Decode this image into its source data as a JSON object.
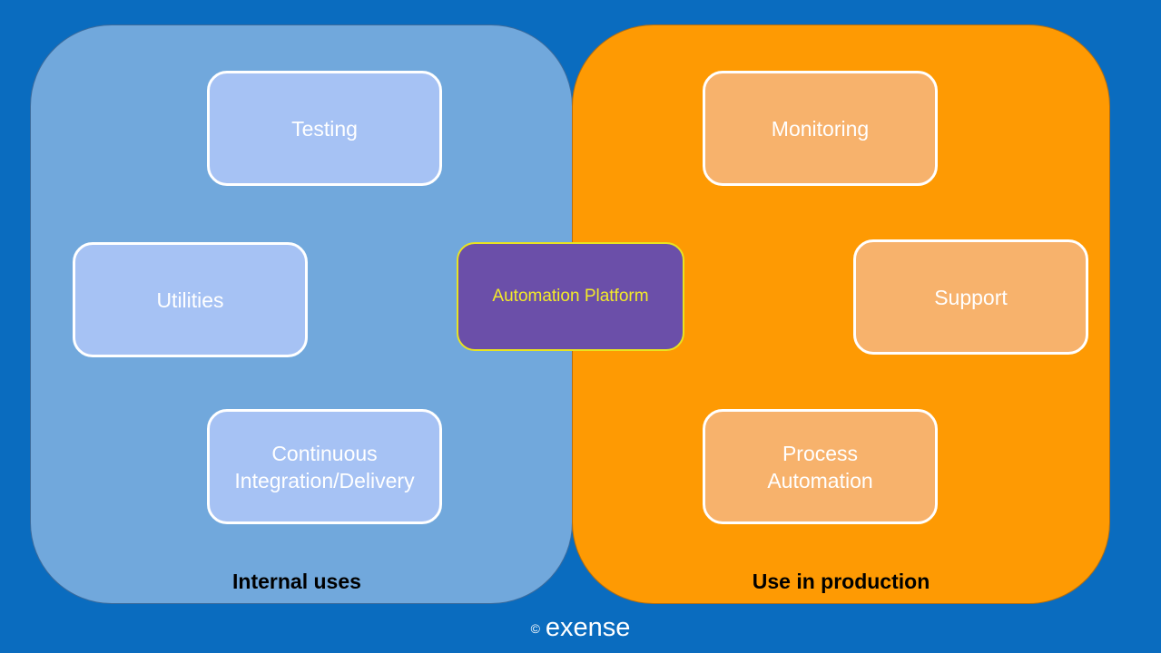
{
  "internal": {
    "label": "Internal uses",
    "boxes": {
      "testing": "Testing",
      "utilities": "Utilities",
      "ci": "Continuous\nIntegration/Delivery"
    }
  },
  "production": {
    "label": "Use in production",
    "boxes": {
      "monitoring": "Monitoring",
      "support": "Support",
      "process": "Process\nAutomation"
    }
  },
  "center": "Automation Platform",
  "footer": {
    "copyright": "©",
    "brand": "exense"
  },
  "colors": {
    "background": "#0a6cbf",
    "internal_panel": "#71a8dc",
    "production_panel": "#fe9a03",
    "center": "#6b4fa9",
    "center_text": "#f2ea2a"
  }
}
